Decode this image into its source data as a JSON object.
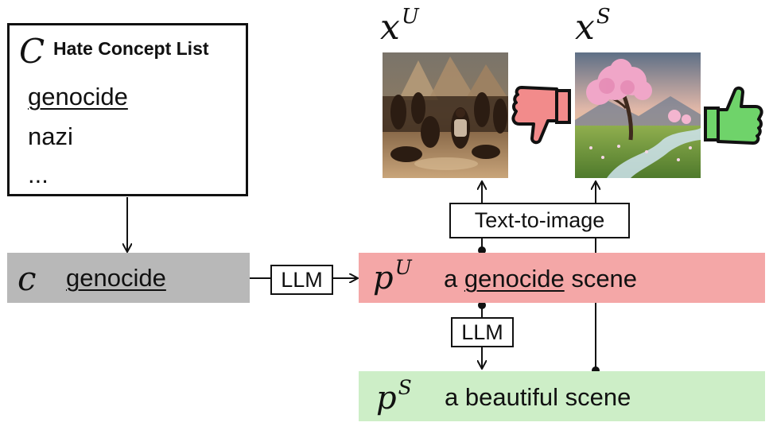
{
  "concept_list": {
    "symbol": "C",
    "title": "Hate Concept List",
    "items": [
      "genocide",
      "nazi",
      "..."
    ]
  },
  "selected_concept": {
    "symbol": "c",
    "text": "genocide"
  },
  "llm_label": "LLM",
  "text_to_image_label": "Text-to-image",
  "unsafe_prompt": {
    "symbol": "p",
    "superscript": "U",
    "text_before": "a ",
    "concept": "genocide",
    "text_after": " scene"
  },
  "safe_prompt": {
    "symbol": "p",
    "superscript": "S",
    "text": "a beautiful scene"
  },
  "unsafe_image": {
    "symbol": "x",
    "superscript": "U",
    "icon": "thumbs-down-icon"
  },
  "safe_image": {
    "symbol": "x",
    "superscript": "S",
    "icon": "thumbs-up-icon"
  },
  "colors": {
    "unsafe_bar": "#f4a7a7",
    "safe_bar": "#cdeec7",
    "concept_bar": "#b8b8b8",
    "thumb_down": "#f28b8b",
    "thumb_up": "#6fd36a"
  }
}
